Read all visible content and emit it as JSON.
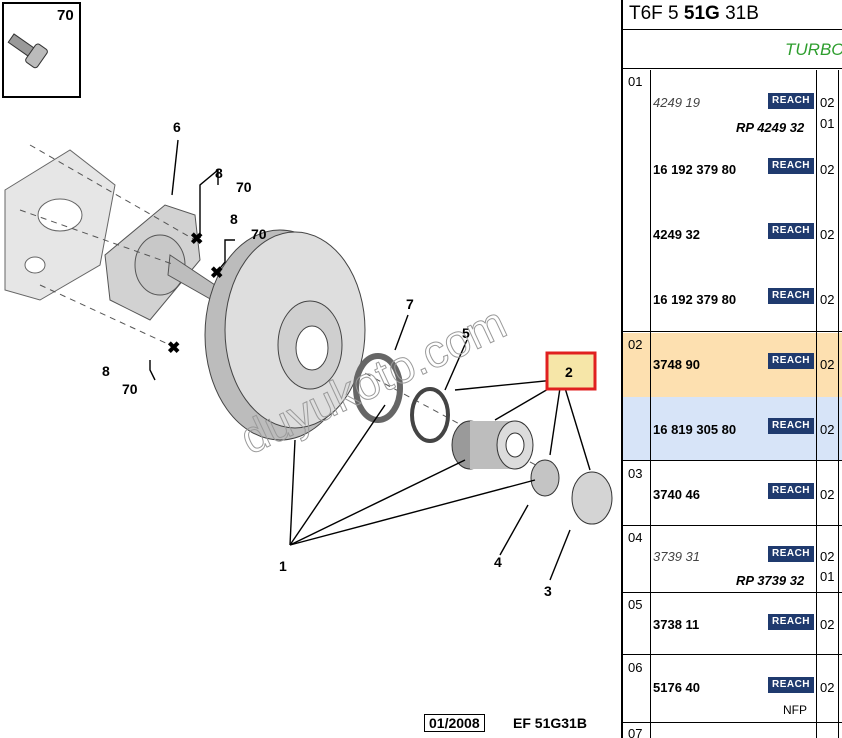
{
  "diagram": {
    "labels": {
      "l1": "1",
      "l2": "2",
      "l3": "3",
      "l4": "4",
      "l5": "5",
      "l6": "6",
      "l7": "7",
      "l8a": "8",
      "l8b": "8",
      "l8c": "8",
      "l70box": "70",
      "l70a": "70",
      "l70b": "70",
      "l70c": "70"
    },
    "watermark": "duyukoto.com",
    "footer_date": "01/2008",
    "footer_code": "EF 51G31B",
    "highlight_color": "#e02020"
  },
  "panel": {
    "header": {
      "pre": "T6F 5 ",
      "bold": "51G",
      "post": " 31B"
    },
    "engine": "TURBO",
    "badge": "REACH",
    "badge_color": "#1f3a6e",
    "selected_color": "#fde0b0",
    "alt_color": "#d7e4f8",
    "groups": [
      {
        "num": "01",
        "items": [
          {
            "part": "4249 19",
            "style": "i",
            "qty": "02",
            "rp": "RP 4249 32",
            "rp_qty": "01"
          },
          {
            "part": "16 192 379 80",
            "style": "b",
            "qty": "02"
          },
          {
            "part": "4249 32",
            "style": "b",
            "qty": "02"
          },
          {
            "part": "16 192 379 80",
            "style": "b",
            "qty": "02"
          }
        ]
      },
      {
        "num": "02",
        "items": [
          {
            "part": "3748 90",
            "style": "b",
            "qty": "02"
          },
          {
            "part": "16 819 305 80",
            "style": "b",
            "qty": "02"
          }
        ]
      },
      {
        "num": "03",
        "items": [
          {
            "part": "3740 46",
            "style": "b",
            "qty": "02"
          }
        ]
      },
      {
        "num": "04",
        "items": [
          {
            "part": "3739 31",
            "style": "i",
            "qty": "02",
            "rp": "RP 3739 32",
            "rp_qty": "01"
          }
        ]
      },
      {
        "num": "05",
        "items": [
          {
            "part": "3738 11",
            "style": "b",
            "qty": "02"
          }
        ]
      },
      {
        "num": "06",
        "items": [
          {
            "part": "5176 40",
            "style": "b",
            "qty": "02",
            "note": "NFP"
          }
        ]
      },
      {
        "num": "07",
        "items": []
      }
    ]
  }
}
